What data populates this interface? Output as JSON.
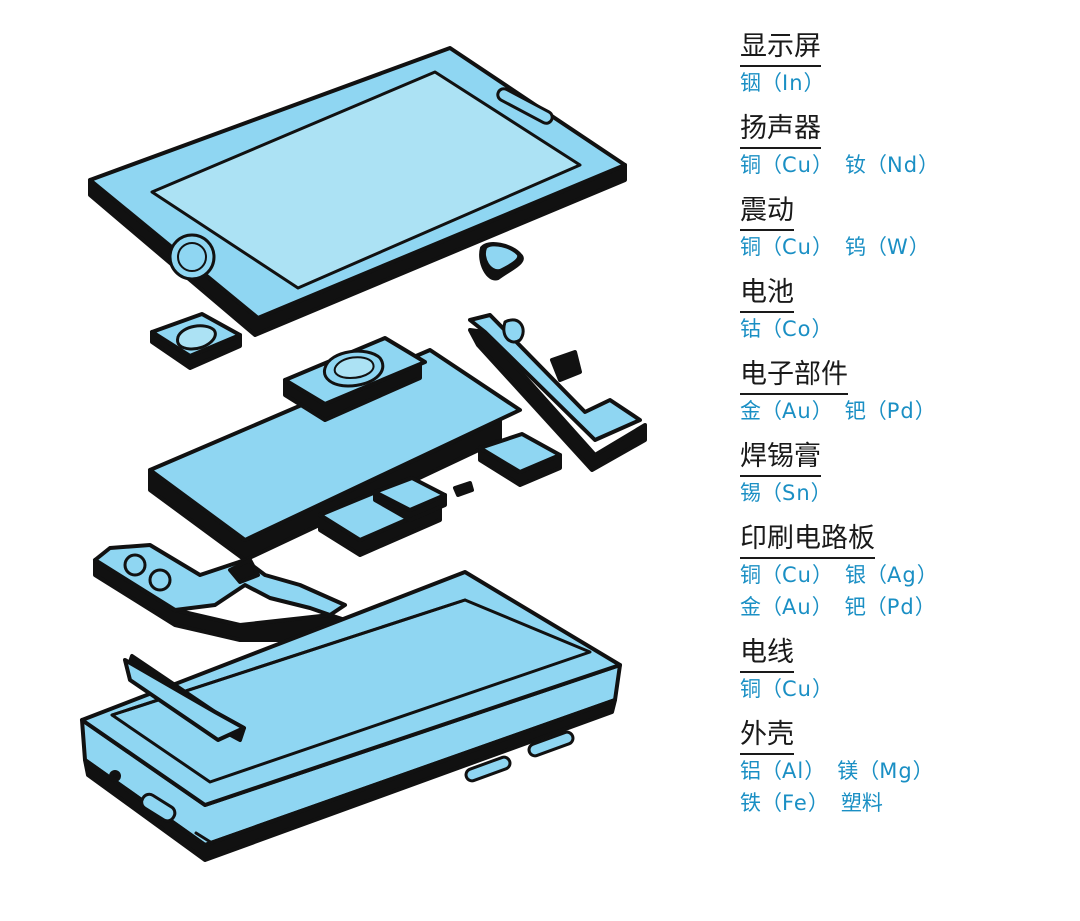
{
  "colors": {
    "body_fill": "#8fd6f2",
    "screen_fill": "#ace2f4",
    "outline": "#111111",
    "title_text": "#1a1a1a",
    "material_text": "#1a8fc4"
  },
  "legend": [
    {
      "part": "显示屏",
      "lines": [
        [
          {
            "name": "铟",
            "symbol": "In"
          }
        ]
      ]
    },
    {
      "part": "扬声器",
      "lines": [
        [
          {
            "name": "铜",
            "symbol": "Cu"
          },
          {
            "name": "钕",
            "symbol": "Nd"
          }
        ]
      ]
    },
    {
      "part": "震动",
      "lines": [
        [
          {
            "name": "铜",
            "symbol": "Cu"
          },
          {
            "name": "钨",
            "symbol": "W"
          }
        ]
      ]
    },
    {
      "part": "电池",
      "lines": [
        [
          {
            "name": "钴",
            "symbol": "Co"
          }
        ]
      ]
    },
    {
      "part": "电子部件",
      "lines": [
        [
          {
            "name": "金",
            "symbol": "Au"
          },
          {
            "name": "钯",
            "symbol": "Pd"
          }
        ]
      ]
    },
    {
      "part": "焊锡膏",
      "lines": [
        [
          {
            "name": "锡",
            "symbol": "Sn"
          }
        ]
      ]
    },
    {
      "part": "印刷电路板",
      "lines": [
        [
          {
            "name": "铜",
            "symbol": "Cu"
          },
          {
            "name": "银",
            "symbol": "Ag"
          }
        ],
        [
          {
            "name": "金",
            "symbol": "Au"
          },
          {
            "name": "钯",
            "symbol": "Pd"
          }
        ]
      ]
    },
    {
      "part": "电线",
      "lines": [
        [
          {
            "name": "铜",
            "symbol": "Cu"
          }
        ]
      ]
    },
    {
      "part": "外壳",
      "lines": [
        [
          {
            "name": "铝",
            "symbol": "Al"
          },
          {
            "name": "镁",
            "symbol": "Mg"
          }
        ],
        [
          {
            "name": "铁",
            "symbol": "Fe"
          },
          {
            "name": "塑料",
            "symbol": ""
          }
        ]
      ]
    }
  ]
}
